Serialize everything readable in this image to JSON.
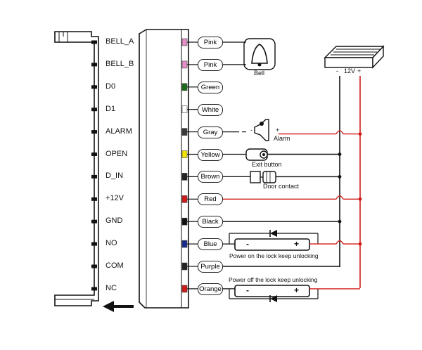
{
  "pins": [
    {
      "pin": "BELL_A",
      "wire": "Pink",
      "color": "#e58fc7"
    },
    {
      "pin": "BELL_B",
      "wire": "Pink",
      "color": "#e58fc7"
    },
    {
      "pin": "D0",
      "wire": "Green",
      "color": "#1a6b1a"
    },
    {
      "pin": "D1",
      "wire": "White",
      "color": "#ffffff"
    },
    {
      "pin": "ALARM",
      "wire": "Gray",
      "color": "#3a3a3a"
    },
    {
      "pin": "OPEN",
      "wire": "Yellow",
      "color": "#f2e400"
    },
    {
      "pin": "D_IN",
      "wire": "Brown",
      "color": "#222222"
    },
    {
      "pin": "+12V",
      "wire": "Red",
      "color": "#d11a1a"
    },
    {
      "pin": "GND",
      "wire": "Black",
      "color": "#111111"
    },
    {
      "pin": "NO",
      "wire": "Blue",
      "color": "#1a2a8a"
    },
    {
      "pin": "COM",
      "wire": "Purple",
      "color": "#222222"
    },
    {
      "pin": "NC",
      "wire": "Orange",
      "color": "#d11a1a"
    }
  ],
  "devices": {
    "bell": "Bell",
    "alarm": "Alarm",
    "exit_button": "Exit button",
    "door_contact": "Door contact",
    "psu_label": "12V",
    "psu_minus": "-",
    "psu_plus": "+"
  },
  "locks": {
    "upper_note": "Power on the lock keep unlocking",
    "lower_note": "Power off the lock keep unlocking",
    "minus": "-",
    "plus": "+"
  },
  "colors": {
    "red_wire": "#d11a1a",
    "black_wire": "#111111"
  }
}
